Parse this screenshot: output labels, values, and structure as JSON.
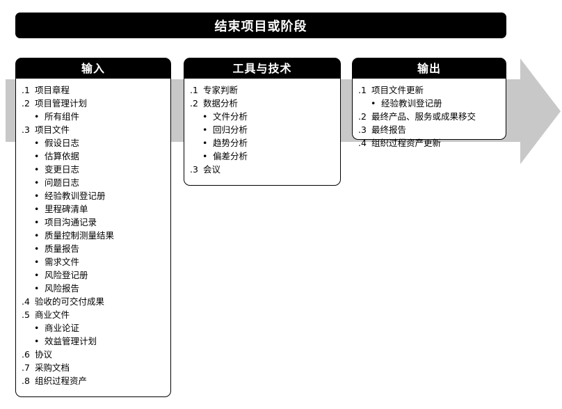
{
  "title": "结束项目或阶段",
  "colors": {
    "header_bg": "#000000",
    "arrow": "#c8c8c8",
    "box_bg": "#ffffff"
  },
  "inputs": {
    "header": "输入",
    "items": [
      {
        "num": ".1",
        "text": "项目章程",
        "level": 0
      },
      {
        "num": ".2",
        "text": "项目管理计划",
        "level": 0
      },
      {
        "num": "•",
        "text": "所有组件",
        "level": 1
      },
      {
        "num": ".3",
        "text": "项目文件",
        "level": 0
      },
      {
        "num": "•",
        "text": "假设日志",
        "level": 1
      },
      {
        "num": "•",
        "text": "估算依据",
        "level": 1
      },
      {
        "num": "•",
        "text": "变更日志",
        "level": 1
      },
      {
        "num": "•",
        "text": "问题日志",
        "level": 1
      },
      {
        "num": "•",
        "text": "经验教训登记册",
        "level": 1
      },
      {
        "num": "•",
        "text": "里程碑清单",
        "level": 1
      },
      {
        "num": "•",
        "text": "项目沟通记录",
        "level": 1
      },
      {
        "num": "•",
        "text": "质量控制测量结果",
        "level": 1
      },
      {
        "num": "•",
        "text": "质量报告",
        "level": 1
      },
      {
        "num": "•",
        "text": "需求文件",
        "level": 1
      },
      {
        "num": "•",
        "text": "风险登记册",
        "level": 1
      },
      {
        "num": "•",
        "text": "风险报告",
        "level": 1
      },
      {
        "num": ".4",
        "text": "验收的可交付成果",
        "level": 0
      },
      {
        "num": ".5",
        "text": "商业文件",
        "level": 0
      },
      {
        "num": "•",
        "text": "商业论证",
        "level": 1
      },
      {
        "num": "•",
        "text": "效益管理计划",
        "level": 1
      },
      {
        "num": ".6",
        "text": "协议",
        "level": 0
      },
      {
        "num": ".7",
        "text": "采购文档",
        "level": 0
      },
      {
        "num": ".8",
        "text": "组织过程资产",
        "level": 0
      }
    ]
  },
  "tools": {
    "header": "工具与技术",
    "items": [
      {
        "num": ".1",
        "text": "专家判断",
        "level": 0
      },
      {
        "num": ".2",
        "text": "数据分析",
        "level": 0
      },
      {
        "num": "•",
        "text": "文件分析",
        "level": 1
      },
      {
        "num": "•",
        "text": "回归分析",
        "level": 1
      },
      {
        "num": "•",
        "text": "趋势分析",
        "level": 1
      },
      {
        "num": "•",
        "text": "偏差分析",
        "level": 1
      },
      {
        "num": ".3",
        "text": "会议",
        "level": 0
      }
    ]
  },
  "outputs": {
    "header": "输出",
    "items": [
      {
        "num": ".1",
        "text": "项目文件更新",
        "level": 0
      },
      {
        "num": "•",
        "text": "经验教训登记册",
        "level": 1
      },
      {
        "num": ".2",
        "text": "最终产品、服务或成果移交",
        "level": 0
      },
      {
        "num": ".3",
        "text": "最终报告",
        "level": 0
      },
      {
        "num": ".4",
        "text": "组织过程资产更新",
        "level": 0
      }
    ]
  }
}
